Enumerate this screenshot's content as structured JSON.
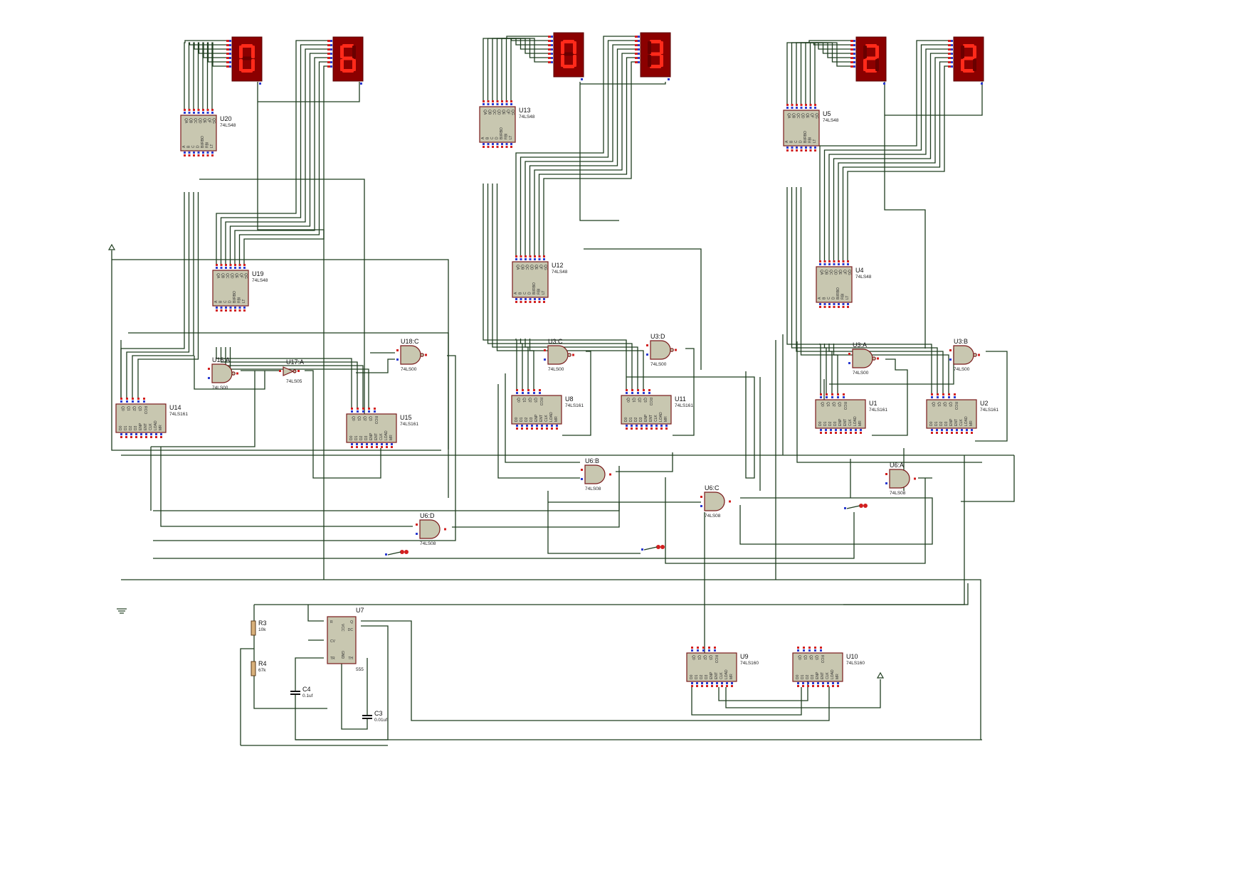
{
  "displays": [
    {
      "id": "disp-1",
      "digit": "0"
    },
    {
      "id": "disp-2",
      "digit": "6"
    },
    {
      "id": "disp-3",
      "digit": "0"
    },
    {
      "id": "disp-4",
      "digit": "3"
    },
    {
      "id": "disp-5",
      "digit": "2"
    },
    {
      "id": "disp-6",
      "digit": "2"
    }
  ],
  "decoders": [
    {
      "ref": "U20",
      "part": "74LS48"
    },
    {
      "ref": "U19",
      "part": "74LS48"
    },
    {
      "ref": "U13",
      "part": "74LS48"
    },
    {
      "ref": "U12",
      "part": "74LS48"
    },
    {
      "ref": "U5",
      "part": "74LS48"
    },
    {
      "ref": "U4",
      "part": "74LS48"
    }
  ],
  "counters": [
    {
      "ref": "U14",
      "part": "74LS161"
    },
    {
      "ref": "U15",
      "part": "74LS161"
    },
    {
      "ref": "U8",
      "part": "74LS161"
    },
    {
      "ref": "U11",
      "part": "74LS161"
    },
    {
      "ref": "U1",
      "part": "74LS161"
    },
    {
      "ref": "U2",
      "part": "74LS161"
    },
    {
      "ref": "U9",
      "part": "74LS160"
    },
    {
      "ref": "U10",
      "part": "74LS160"
    }
  ],
  "gates": [
    {
      "ref": "U16:A",
      "part": "74LS00"
    },
    {
      "ref": "U17:A",
      "part": "74LS05"
    },
    {
      "ref": "U18:C",
      "part": "74LS00"
    },
    {
      "ref": "U3:C",
      "part": "74LS00"
    },
    {
      "ref": "U3:D",
      "part": "74LS00"
    },
    {
      "ref": "U3:A",
      "part": "74LS00"
    },
    {
      "ref": "U3:B",
      "part": "74LS00"
    },
    {
      "ref": "U6:B",
      "part": "74LS08"
    },
    {
      "ref": "U6:C",
      "part": "74LS08"
    },
    {
      "ref": "U6:D",
      "part": "74LS08"
    },
    {
      "ref": "U6:A",
      "part": "74LS08"
    }
  ],
  "timer": {
    "ref": "U7",
    "part": "555",
    "pins": [
      "R",
      "VCC",
      "Q",
      "DC",
      "CV",
      "TR",
      "GND",
      "TH"
    ]
  },
  "resistors": [
    {
      "ref": "R3",
      "value": "10k"
    },
    {
      "ref": "R4",
      "value": "67k"
    }
  ],
  "capacitors": [
    {
      "ref": "C4",
      "value": "0.1uf"
    },
    {
      "ref": "C3",
      "value": "0.01uf"
    }
  ],
  "decoder_pins_top": [
    "QA",
    "QB",
    "QC",
    "QD",
    "QE",
    "QF",
    "QG"
  ],
  "decoder_pins_bottom": [
    "A",
    "B",
    "C",
    "D",
    "BI/RBO",
    "RBI",
    "LT"
  ],
  "counter_pins_top": [
    "Q0",
    "Q1",
    "Q2",
    "Q3",
    "RCO"
  ],
  "counter_pins_bottom": [
    "D0",
    "D1",
    "D2",
    "D3",
    "ENP",
    "ENT",
    "CLK",
    "LOAD",
    "MR"
  ]
}
